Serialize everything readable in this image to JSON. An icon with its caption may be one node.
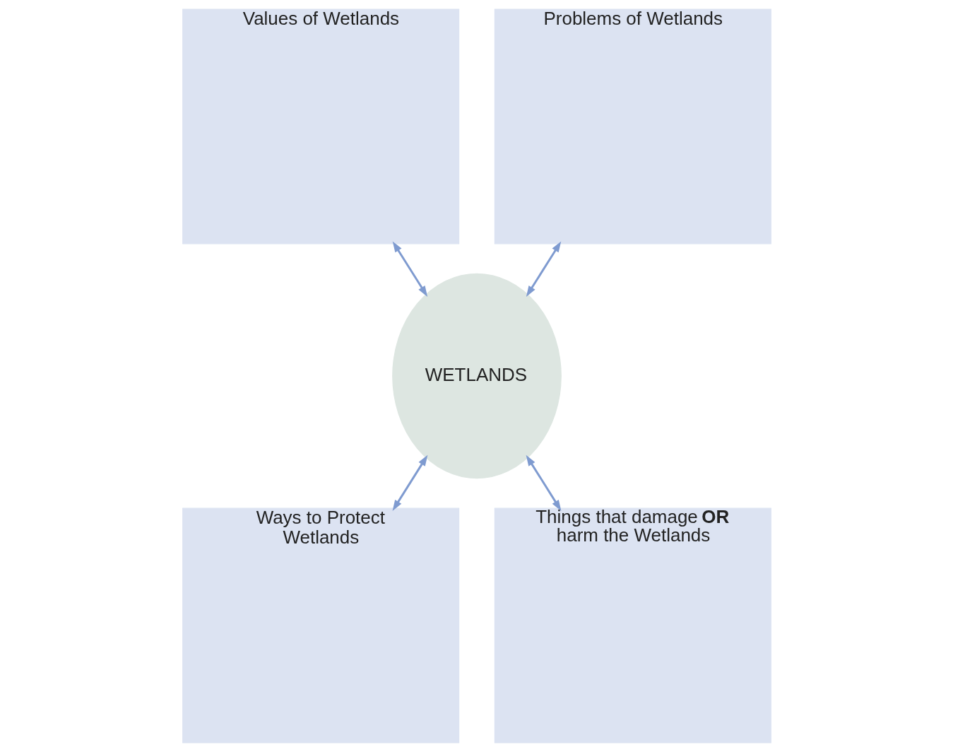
{
  "diagram": {
    "nodes": [
      {
        "text": [
          "Values of Wetlands"
        ]
      },
      {
        "text": [
          "Problems of Wetlands"
        ]
      },
      {
        "text": [
          "WETLANDS"
        ]
      },
      {
        "text": [
          "Ways to Protect Wetlands"
        ]
      },
      {
        "text": [
          "Things that damage **OR** harm the Wetlands"
        ]
      }
    ],
    "edges": [
      {
        "from": 0,
        "to": 2,
        "arrow": "both"
      },
      {
        "from": 1,
        "to": 2,
        "arrow": "both"
      },
      {
        "from": 2,
        "to": 3,
        "arrow": "both"
      },
      {
        "from": 2,
        "to": 4,
        "arrow": "both"
      }
    ]
  }
}
